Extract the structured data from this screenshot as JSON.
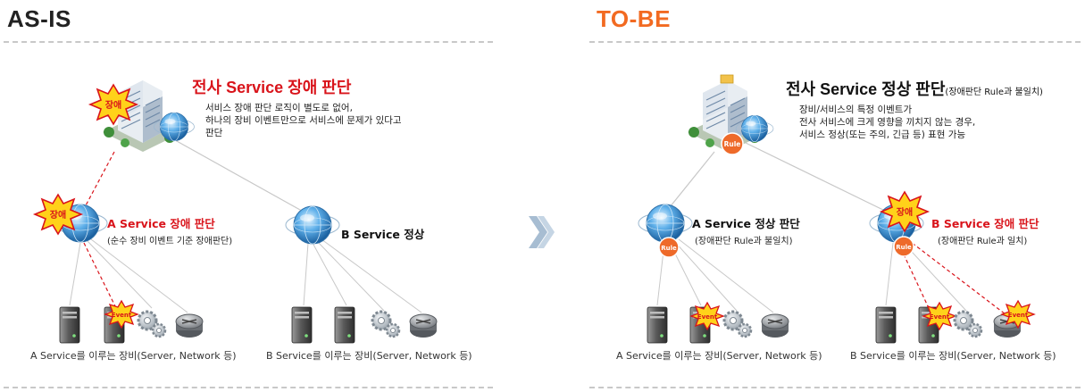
{
  "asis": {
    "title": "AS-IS",
    "main_title": "전사 Service 장애 판단",
    "desc": [
      "서비스 장애 판단 로직이 별도로 없어,",
      "하나의 장비 이벤트만으로 서비스에 문제가 있다고",
      "판단"
    ],
    "node_a_title": "A Service 장애 판단",
    "node_a_sub": "(순수 장비 이벤트 기준 장애판단)",
    "node_b_title": "B Service 정상",
    "caption_a": "A Service를 이루는 장비(Server, Network 등)",
    "caption_b": "B Service를 이루는 장비(Server, Network 등)"
  },
  "tobe": {
    "title": "TO-BE",
    "main_title": "전사 Service 정상 판단",
    "main_note": "(장애판단 Rule과 불일치)",
    "desc": [
      "장비/서비스의 특정 이벤트가",
      "전사 서비스에 크게 영향을 끼치지 않는 경우,",
      "서비스 정상(또는 주의, 긴급 등) 표현 가능"
    ],
    "node_a_title": "A Service 정상 판단",
    "node_a_sub": "(장애판단 Rule과 불일치)",
    "node_b_title": "B Service 장애 판단",
    "node_b_sub": "(장애판단 Rule과 일치)",
    "caption_a": "A Service를 이루는 장비(Server, Network 등)",
    "caption_b": "B Service를 이루는 장비(Server, Network 등)"
  },
  "labels": {
    "fault": "장애",
    "event": "Event",
    "rule": "Rule"
  },
  "colors": {
    "red": "#d9141b",
    "orange": "#f26a21",
    "burst": "#ffd21a",
    "rule": "#ee6a2a",
    "arrow": "#9fb3c8"
  }
}
